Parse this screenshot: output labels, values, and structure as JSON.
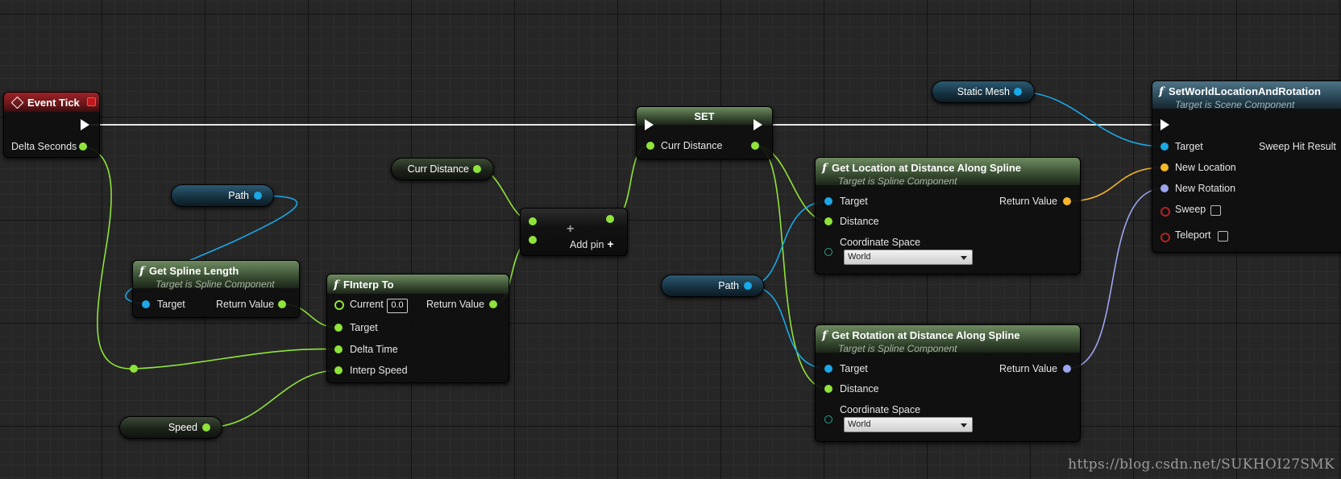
{
  "event_tick": {
    "title": "Event Tick",
    "delta_seconds": "Delta Seconds"
  },
  "vars": {
    "path_1": "Path",
    "curr_distance": "Curr Distance",
    "path_2": "Path",
    "static_mesh": "Static Mesh",
    "speed": "Speed"
  },
  "get_spline_length": {
    "title": "Get Spline Length",
    "subtitle": "Target is Spline Component",
    "target": "Target",
    "return_value": "Return Value"
  },
  "finterp_to": {
    "title": "FInterp To",
    "current": "Current",
    "current_value": "0.0",
    "return_value": "Return Value",
    "target": "Target",
    "delta_time": "Delta Time",
    "interp_speed": "Interp Speed"
  },
  "add_node": {
    "add_pin": "Add pin"
  },
  "set_node": {
    "title": "SET",
    "curr_distance": "Curr Distance"
  },
  "get_location": {
    "title": "Get Location at Distance Along Spline",
    "subtitle": "Target is Spline Component",
    "target": "Target",
    "return_value": "Return Value",
    "distance": "Distance",
    "coordinate_space": "Coordinate Space",
    "coordinate_value": "World"
  },
  "get_rotation": {
    "title": "Get Rotation at Distance Along Spline",
    "subtitle": "Target is Spline Component",
    "target": "Target",
    "return_value": "Return Value",
    "distance": "Distance",
    "coordinate_space": "Coordinate Space",
    "coordinate_value": "World"
  },
  "set_world": {
    "title": "SetWorldLocationAndRotation",
    "subtitle": "Target is Scene Component",
    "target": "Target",
    "sweep_hit_result": "Sweep Hit Result",
    "new_location": "New Location",
    "new_rotation": "New Rotation",
    "sweep": "Sweep",
    "teleport": "Teleport"
  },
  "watermark": "https://blog.csdn.net/SUKHOI27SMK",
  "colors": {
    "float_pin": "#8fe33a",
    "object_pin": "#1aa8e6",
    "vector_pin": "#f5b62a",
    "rotator_pin": "#9aa6f0",
    "exec_pin": "#ffffff",
    "bool_pin": "#b32222"
  }
}
